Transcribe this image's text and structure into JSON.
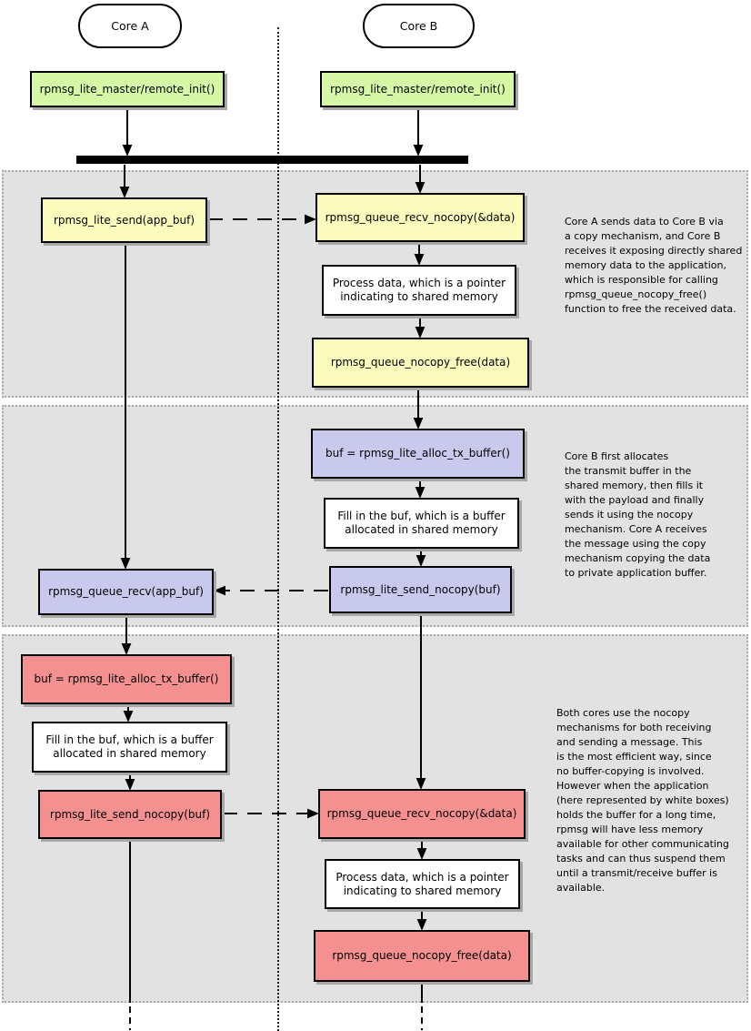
{
  "diagram": {
    "actors": {
      "core_a": "Core A",
      "core_b": "Core B"
    },
    "nodes": {
      "init_a": "rpmsg_lite_master/remote_init()",
      "init_b": "rpmsg_lite_master/remote_init()",
      "s1_send": "rpmsg_lite_send(app_buf)",
      "s1_recv_nocopy": "rpmsg_queue_recv_nocopy(&data)",
      "s1_process": "Process data, which is a pointer indicating to shared memory",
      "s1_free": "rpmsg_queue_nocopy_free(data)",
      "s2_alloc": "buf = rpmsg_lite_alloc_tx_buffer()",
      "s2_fill": "Fill in the buf, which is a buffer allocated in shared memory",
      "s2_send_nocopy": "rpmsg_lite_send_nocopy(buf)",
      "s2_recv": "rpmsg_queue_recv(app_buf)",
      "s3_alloc": "buf = rpmsg_lite_alloc_tx_buffer()",
      "s3_fill": "Fill in the buf, which is a buffer allocated in shared memory",
      "s3_send_nocopy": "rpmsg_lite_send_nocopy(buf)",
      "s3_recv_nocopy": "rpmsg_queue_recv_nocopy(&data)",
      "s3_process": "Process data, which is a pointer indicating to shared memory",
      "s3_free": "rpmsg_queue_nocopy_free(data)"
    },
    "notes": {
      "s1": "Core A sends data to Core B via\na copy mechanism, and Core B\nreceives it exposing directly shared\nmemory data to the application,\nwhich is responsible for calling\nrpmsg_queue_nocopy_free()\nfunction to free the received data.",
      "s2": "Core B first allocates\nthe transmit buffer in the\nshared memory, then fills it\nwith the payload and finally\nsends it using the nocopy\nmechanism. Core A receives\nthe message using the copy\nmechanism copying the data\nto private application buffer.",
      "s3": "Both cores use the nocopy\nmechanisms for both receiving\nand sending a message. This\nis the most efficient way, since\nno buffer-copying is involved.\nHowever when the application\n(here represented by white boxes)\nholds the buffer for a long time,\nrpmsg will have less memory\navailable for other communicating\ntasks and can thus suspend them\nuntil a transmit/receive buffer is\navailable."
    },
    "colors": {
      "init_box": "#d6f7a6",
      "copy_api_box": "#fbfbbc",
      "mixed_api_box": "#c9c9ee",
      "nocopy_api_box": "#f4908f",
      "app_box": "#ffffff",
      "section_bg": "#e2e2e2"
    }
  }
}
